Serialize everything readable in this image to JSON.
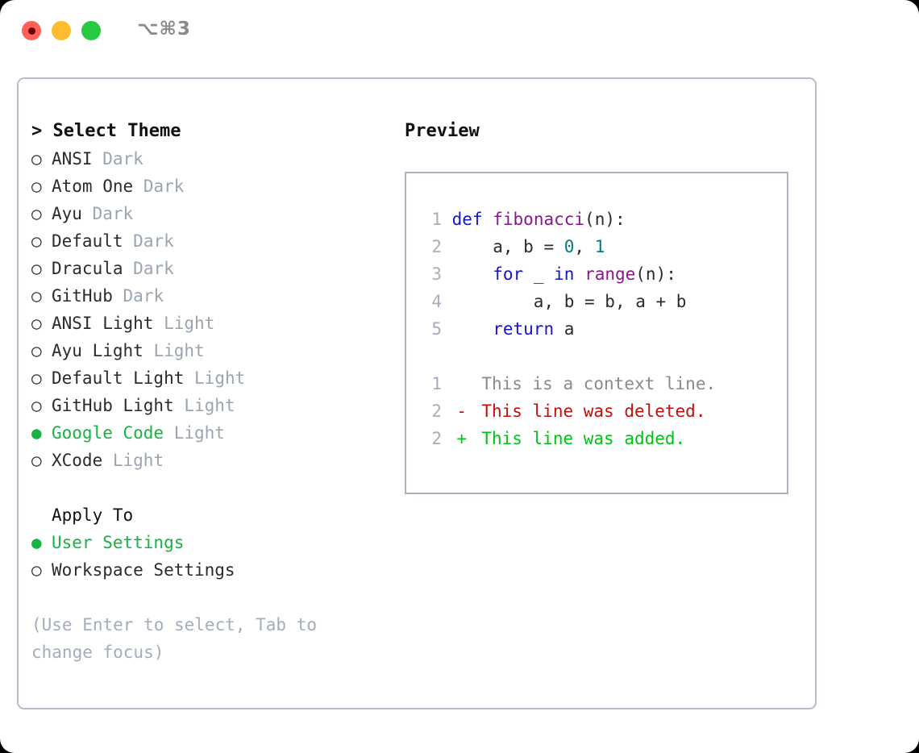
{
  "titlebar": {
    "shortcut": "⌥⌘3",
    "buttons": [
      {
        "name": "close",
        "color": "#ff6159"
      },
      {
        "name": "minimize",
        "color": "#ffbd2e"
      },
      {
        "name": "maximize",
        "color": "#26c940"
      }
    ]
  },
  "left": {
    "caret": ">",
    "heading": "Select Theme",
    "themes": [
      {
        "marker": "○",
        "name": "ANSI",
        "kind": "Dark",
        "selected": false
      },
      {
        "marker": "○",
        "name": "Atom One",
        "kind": "Dark",
        "selected": false
      },
      {
        "marker": "○",
        "name": "Ayu",
        "kind": "Dark",
        "selected": false
      },
      {
        "marker": "○",
        "name": "Default",
        "kind": "Dark",
        "selected": false
      },
      {
        "marker": "○",
        "name": "Dracula",
        "kind": "Dark",
        "selected": false
      },
      {
        "marker": "○",
        "name": "GitHub",
        "kind": "Dark",
        "selected": false
      },
      {
        "marker": "○",
        "name": "ANSI Light",
        "kind": "Light",
        "selected": false
      },
      {
        "marker": "○",
        "name": "Ayu Light",
        "kind": "Light",
        "selected": false
      },
      {
        "marker": "○",
        "name": "Default Light",
        "kind": "Light",
        "selected": false
      },
      {
        "marker": "○",
        "name": "GitHub Light",
        "kind": "Light",
        "selected": false
      },
      {
        "marker": "●",
        "name": "Google Code",
        "kind": "Light",
        "selected": true
      },
      {
        "marker": "○",
        "name": "XCode",
        "kind": "Light",
        "selected": false
      }
    ],
    "apply_to_heading": "Apply To",
    "apply_to": [
      {
        "marker": "●",
        "name": "User Settings",
        "selected": true
      },
      {
        "marker": "○",
        "name": "Workspace Settings",
        "selected": false
      }
    ],
    "hint": "(Use Enter to select, Tab to change focus)"
  },
  "right": {
    "heading": "Preview",
    "code_lines": [
      {
        "n": "1",
        "tokens": [
          {
            "t": "def",
            "c": "kw"
          },
          {
            "t": " ",
            "c": "pn"
          },
          {
            "t": "fibonacci",
            "c": "fn"
          },
          {
            "t": "(n):",
            "c": "pn"
          }
        ]
      },
      {
        "n": "2",
        "tokens": [
          {
            "t": "    a, b = ",
            "c": "pn"
          },
          {
            "t": "0",
            "c": "num"
          },
          {
            "t": ", ",
            "c": "pn"
          },
          {
            "t": "1",
            "c": "num"
          }
        ]
      },
      {
        "n": "3",
        "tokens": [
          {
            "t": "    ",
            "c": "pn"
          },
          {
            "t": "for",
            "c": "kw"
          },
          {
            "t": " _ ",
            "c": "pn"
          },
          {
            "t": "in",
            "c": "kw"
          },
          {
            "t": " ",
            "c": "pn"
          },
          {
            "t": "range",
            "c": "fn"
          },
          {
            "t": "(n):",
            "c": "pn"
          }
        ]
      },
      {
        "n": "4",
        "tokens": [
          {
            "t": "        a, b = b, a + b",
            "c": "pn"
          }
        ]
      },
      {
        "n": "5",
        "tokens": [
          {
            "t": "    ",
            "c": "pn"
          },
          {
            "t": "return",
            "c": "kw"
          },
          {
            "t": " a",
            "c": "pn"
          }
        ]
      }
    ],
    "diff_lines": [
      {
        "n": "1",
        "marker": " ",
        "text": "This is a context line.",
        "kind": "ctx"
      },
      {
        "n": "2",
        "marker": "-",
        "text": "This line was deleted.",
        "kind": "del"
      },
      {
        "n": "2",
        "marker": "+",
        "text": "This line was added.",
        "kind": "add"
      }
    ]
  },
  "colors": {
    "accent_green": "#18b341",
    "muted": "#9aa5b1",
    "border": "#b4bdcb",
    "keyword": "#1515c7",
    "function": "#87188a",
    "number": "#067b7b",
    "diff_deleted": "#bf1010",
    "diff_added": "#00c215"
  }
}
